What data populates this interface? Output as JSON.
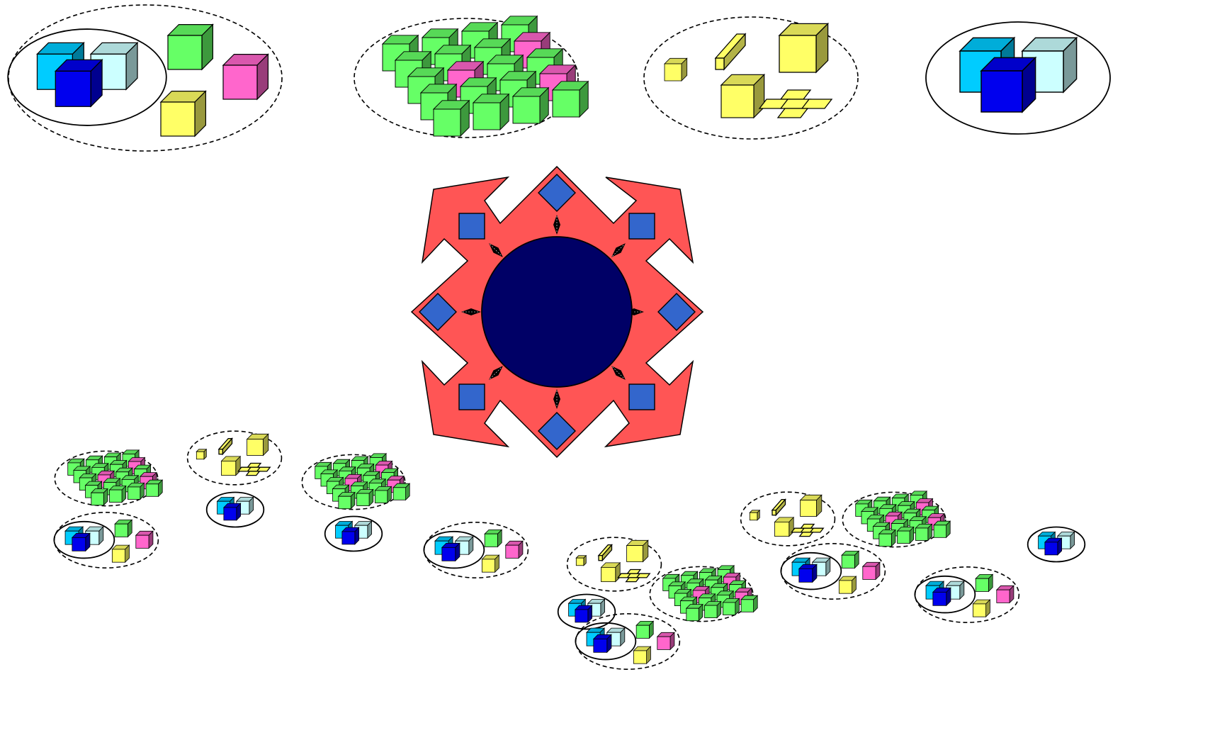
{
  "diagram": {
    "type": "cluster-hub-illustration",
    "texts": [],
    "colors": {
      "background": "#ffffff",
      "hub_star": "#ff5555",
      "hub_core": "#000066",
      "hub_node": "#3366cc",
      "outline": "#000000",
      "cube_green": "#66ff66",
      "cube_pink": "#ff66cc",
      "cube_yellow": "#ffff66",
      "cube_cyan": "#00ccff",
      "cube_pale_cyan": "#ccffff",
      "cube_blue": "#0000ee"
    },
    "cluster_kinds": [
      "mixed",
      "green-grid",
      "yellow-shapes",
      "blue-trio"
    ],
    "hub": {
      "core": "circle",
      "nodes": 8,
      "connectors": 8
    }
  }
}
